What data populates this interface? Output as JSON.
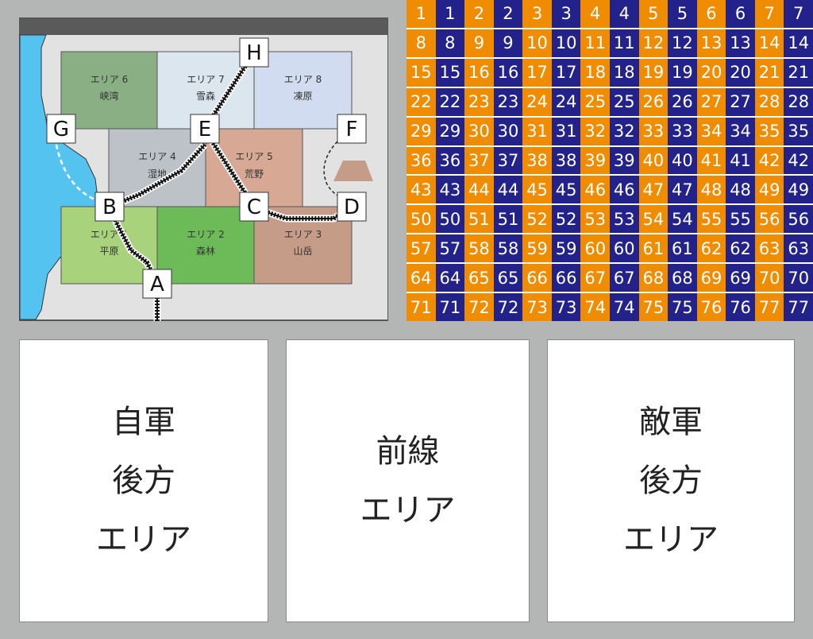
{
  "map": {
    "areas": [
      {
        "id": "1",
        "label": "エリア 1",
        "name": "平原",
        "color": "#a8d27c"
      },
      {
        "id": "2",
        "label": "エリア 2",
        "name": "森林",
        "color": "#6cbb58"
      },
      {
        "id": "3",
        "label": "エリア 3",
        "name": "山岳",
        "color": "#c49c88"
      },
      {
        "id": "4",
        "label": "エリア 4",
        "name": "湿地",
        "color": "#bcc2c8"
      },
      {
        "id": "5",
        "label": "エリア 5",
        "name": "荒野",
        "color": "#d7a894"
      },
      {
        "id": "6",
        "label": "エリア 6",
        "name": "峡湾",
        "color": "#8aaf85"
      },
      {
        "id": "7",
        "label": "エリア 7",
        "name": "雪森",
        "color": "#dce6ee"
      },
      {
        "id": "8",
        "label": "エリア 8",
        "name": "凍原",
        "color": "#d2dcf0"
      }
    ],
    "nodes": [
      "A",
      "B",
      "C",
      "D",
      "E",
      "F",
      "G",
      "H"
    ],
    "colors": {
      "sea": "#55c3f0",
      "land": "#e2e2e2",
      "top_bar": "#5a5a5a"
    }
  },
  "grid": {
    "columns": 7,
    "rows": 11,
    "colors": {
      "orange": "#f08c00",
      "blue": "#22228a"
    }
  },
  "zones": {
    "own_rear": "自軍\n後方\nエリア",
    "front": "前線\nエリア",
    "enemy_rear": "敵軍\n後方\nエリア"
  }
}
